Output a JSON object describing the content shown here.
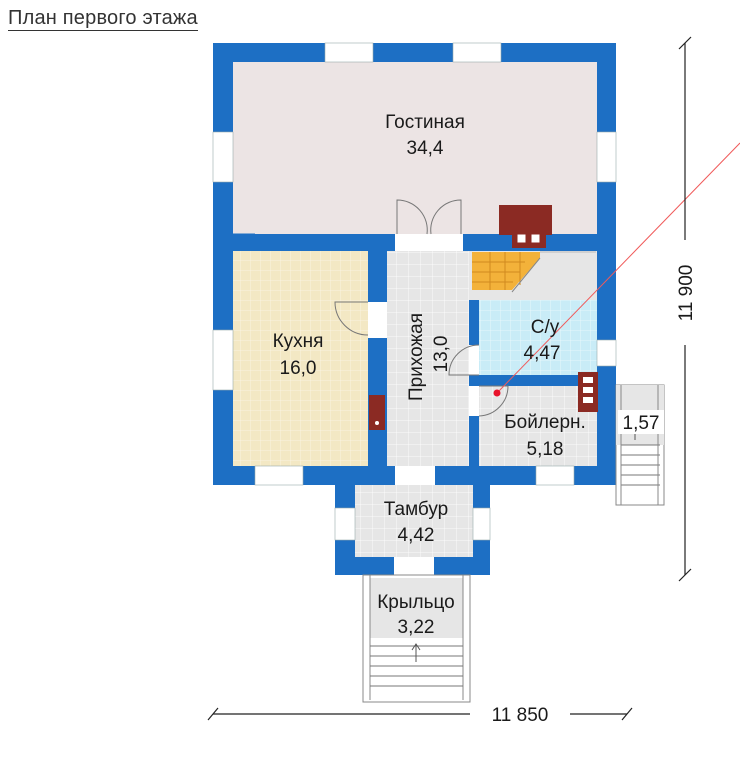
{
  "title": "План первого этажа",
  "colors": {
    "wall": "#1d6fc4",
    "living": "#ece4e4",
    "kitchen": "#f3e8c4",
    "hall": "#e6e6e6",
    "bath": "#c9ecf7",
    "stairs": "#f3b23a",
    "chimney": "#8b2a23",
    "window": "#ffffff"
  },
  "rooms": {
    "living": {
      "name": "Гостиная",
      "area": "34,4"
    },
    "kitchen": {
      "name": "Кухня",
      "area": "16,0"
    },
    "hallway": {
      "name": "Прихожая",
      "area": "13,0"
    },
    "bathroom": {
      "name": "С/у",
      "area": "4,47"
    },
    "boiler": {
      "name": "Бойлерн.",
      "area": "5,18"
    },
    "side": {
      "area": "1,57"
    },
    "vestibule": {
      "name": "Тамбур",
      "area": "4,42"
    },
    "porch": {
      "name": "Крыльцо",
      "area": "3,22"
    }
  },
  "dimensions": {
    "width": "11 850",
    "height": "11 900"
  }
}
